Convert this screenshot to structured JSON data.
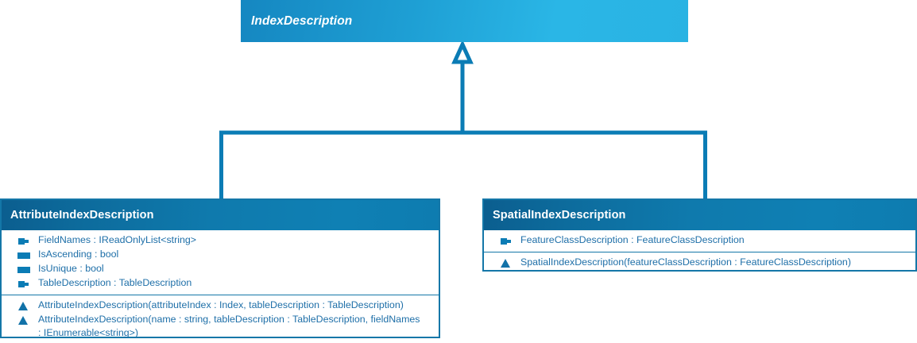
{
  "diagram": {
    "kind": "uml-class-diagram",
    "relationship": "generalization",
    "colors": {
      "root_header_start": "#1587c1",
      "root_header_end": "#29b3e3",
      "sub_header_start": "#0b5e8f",
      "sub_header_end": "#0e7cb0",
      "border": "#1477a8",
      "connector": "#0b7cb5",
      "member_text": "#1e6fa8",
      "icon": "#0b7cb5",
      "background": "#ffffff"
    }
  },
  "root_class": {
    "name": "IndexDescription",
    "abstract": true
  },
  "subclasses": [
    {
      "name": "AttributeIndexDescription",
      "properties": [
        {
          "icon": "property-readonly-icon",
          "text": "FieldNames : IReadOnlyList<string>"
        },
        {
          "icon": "property-readwrite-icon",
          "text": "IsAscending : bool"
        },
        {
          "icon": "property-readwrite-icon",
          "text": "IsUnique : bool"
        },
        {
          "icon": "property-readonly-icon",
          "text": "TableDescription : TableDescription"
        }
      ],
      "methods": [
        {
          "icon": "method-icon",
          "text": "AttributeIndexDescription(attributeIndex : Index, tableDescription : TableDescription)"
        },
        {
          "icon": "method-icon",
          "text": "AttributeIndexDescription(name : string, tableDescription : TableDescription, fieldNames\n: IEnumerable<string>)"
        }
      ]
    },
    {
      "name": "SpatialIndexDescription",
      "properties": [
        {
          "icon": "property-readonly-icon",
          "text": "FeatureClassDescription : FeatureClassDescription"
        }
      ],
      "methods": [
        {
          "icon": "method-icon",
          "text": "SpatialIndexDescription(featureClassDescription : FeatureClassDescription)"
        }
      ]
    }
  ]
}
